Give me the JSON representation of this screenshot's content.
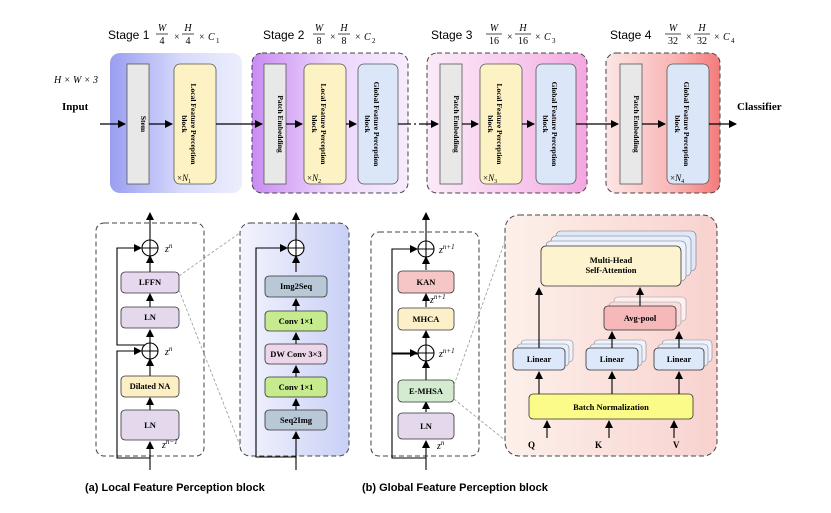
{
  "input_label": "Input",
  "input_dims": "H × W × 3",
  "output_label": "Classifier",
  "stages": [
    {
      "title": "Stage 1",
      "dims_w": "W",
      "dims_wd": "4",
      "dims_h": "H",
      "dims_hd": "4",
      "dims_c": "C",
      "dims_ci": "1",
      "blocks": [
        "Stem",
        "Local Feature Perception block"
      ],
      "repeat": "N",
      "repeat_i": "1"
    },
    {
      "title": "Stage 2",
      "dims_w": "W",
      "dims_wd": "8",
      "dims_h": "H",
      "dims_hd": "8",
      "dims_c": "C",
      "dims_ci": "2",
      "blocks": [
        "Patch Embedding",
        "Local Feature Perception block",
        "Global Feature Perception block"
      ],
      "repeat": "N",
      "repeat_i": "2"
    },
    {
      "title": "Stage 3",
      "dims_w": "W",
      "dims_wd": "16",
      "dims_h": "H",
      "dims_hd": "16",
      "dims_c": "C",
      "dims_ci": "3",
      "blocks": [
        "Patch Embedding",
        "Local Feature Perception block",
        "Global Feature Perception block"
      ],
      "repeat": "N",
      "repeat_i": "3"
    },
    {
      "title": "Stage 4",
      "dims_w": "W",
      "dims_wd": "32",
      "dims_h": "H",
      "dims_hd": "32",
      "dims_c": "C",
      "dims_ci": "4",
      "blocks": [
        "Patch Embedding",
        "Global Feature Perception block"
      ],
      "repeat": "N",
      "repeat_i": "4"
    }
  ],
  "lfp": {
    "blocks": [
      "LFFN",
      "LN",
      "Dilated NA",
      "LN"
    ],
    "z_top": "z",
    "z_top_sup": "n",
    "z_mid": "z",
    "z_mid_sup": "n",
    "z_in": "z",
    "z_in_sup": "n−1"
  },
  "lffn_detail": {
    "blocks": [
      "Img2Seq",
      "Conv 1×1",
      "DW Conv 3×3",
      "Conv 1×1",
      "Seq2Img"
    ]
  },
  "gfp": {
    "blocks": [
      "KAN",
      "MHCA",
      "E-MHSA",
      "LN"
    ],
    "z_top": "z",
    "z_top_sup": "n+1",
    "z_mid1": "z",
    "z_mid1_sup": "n+1",
    "z_mid2": "z",
    "z_mid2_sup": "n+1",
    "z_in": "z",
    "z_in_sup": "n"
  },
  "emhsa_detail": {
    "attention": [
      "Multi-Head",
      "Self-Attention"
    ],
    "avgpool": "Avg-pool",
    "linears": [
      "Linear",
      "Linear",
      "Linear"
    ],
    "batchnorm": "Batch Normalization",
    "qkv": [
      "Q",
      "K",
      "V"
    ]
  },
  "captions": {
    "a": "(a)  Local Feature Perception block",
    "b": "(b) Global Feature Perception block"
  },
  "colors": {
    "stem_gray": "#e8e8e8",
    "local_yellow": "#fdf2c4",
    "global_blue": "#dbe6f8",
    "lffn_pink": "#e6d8ee",
    "ln_purple": "#e3d8ec",
    "dilated_yellow": "#fcefc4",
    "kan_red": "#f6c6c6",
    "mhca_yellow": "#fdf0c8",
    "emhsa_green": "#d4ebd0",
    "seq_gray": "#b8c8d6",
    "conv_green": "#c6ea8e",
    "dwconv_pink": "#ecd6ea",
    "batchnorm_yellow": "#fbfb8a",
    "avgpool_red": "#f6b8b8",
    "attention_yellow": "#fdf3cf",
    "linear_blue": "#dde8fb"
  }
}
